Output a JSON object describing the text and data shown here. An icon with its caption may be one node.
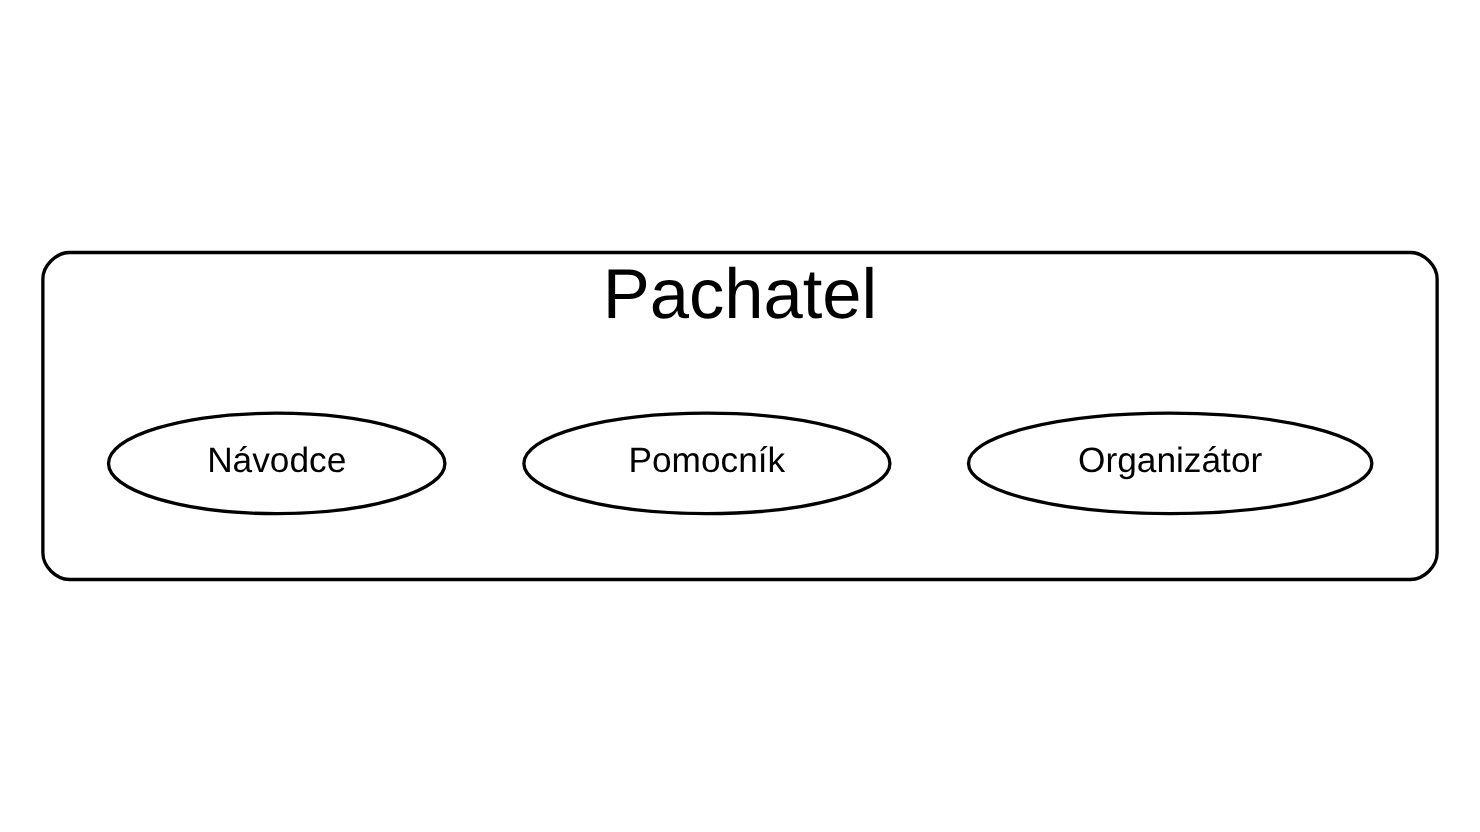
{
  "diagram": {
    "nodes": [
      {
        "text": [
          "Pachatel"
        ]
      },
      {
        "text": [
          "Organizátor"
        ],
        "in": 0
      },
      {
        "text": [
          "Pomocník"
        ],
        "in": 0
      },
      {
        "text": [
          "Návodce"
        ],
        "in": 0
      }
    ]
  }
}
